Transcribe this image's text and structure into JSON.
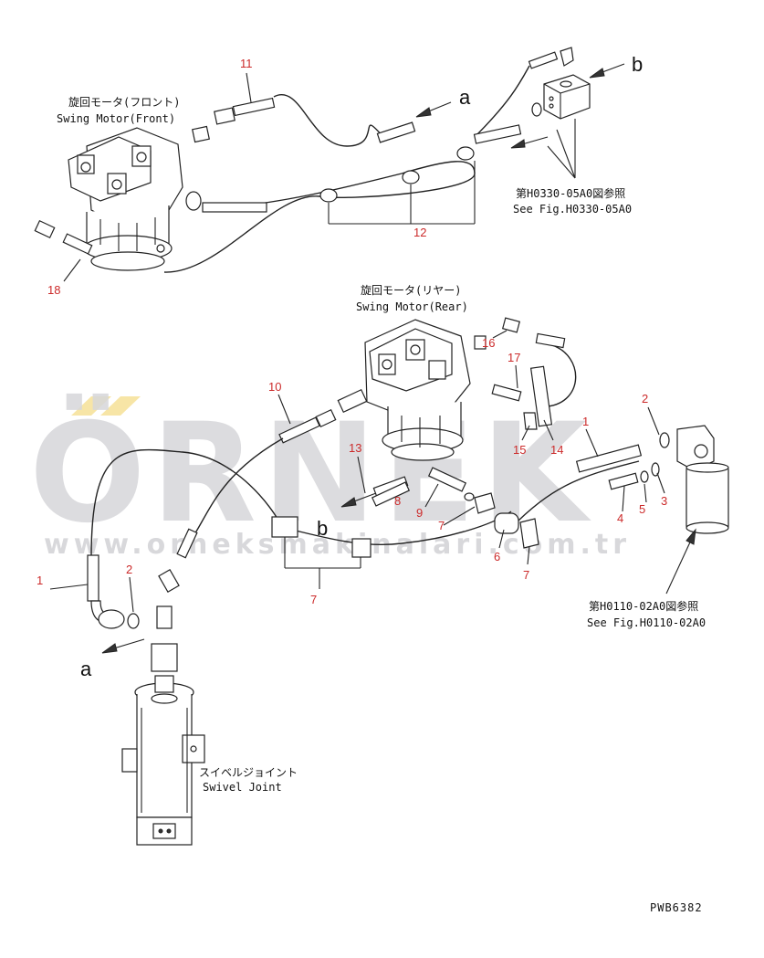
{
  "labels": {
    "motor_front_jp": "旋回モータ(フロント)",
    "motor_front_en": "Swing Motor(Front)",
    "motor_rear_jp": "旋回モータ(リヤー)",
    "motor_rear_en": "Swing Motor(Rear)",
    "swivel_jp": "スイベルジョイント",
    "swivel_en": "Swivel Joint",
    "ref1_jp": "第H0330-05A0図参照",
    "ref1_en": "See Fig.H0330-05A0",
    "ref2_jp": "第H0110-02A0図参照",
    "ref2_en": "See Fig.H0110-02A0"
  },
  "letters": {
    "a_top": "a",
    "b_top": "b",
    "b_mid": "b",
    "a_bottom": "a"
  },
  "parts": {
    "p11": "11",
    "p12": "12",
    "p18": "18",
    "p16": "16",
    "p17": "17",
    "p10": "10",
    "p2_right": "2",
    "p1_right": "1",
    "p13": "13",
    "p8": "8",
    "p15": "15",
    "p14": "14",
    "p3": "3",
    "p9": "9",
    "p5": "5",
    "p7_a": "7",
    "p4": "4",
    "p6": "6",
    "p7_b": "7",
    "p7_c": "7",
    "p1_left": "1",
    "p2_left": "2"
  },
  "drawing_code": "PWB6382",
  "watermark": {
    "brand": "ÖRNEK",
    "url": "www.orneksmakinalari.com.tr"
  },
  "colors": {
    "line": "#222222",
    "part_number": "#cc2a2a",
    "watermark": "#d7d7da",
    "watermark_accent": "#f2d36b"
  }
}
